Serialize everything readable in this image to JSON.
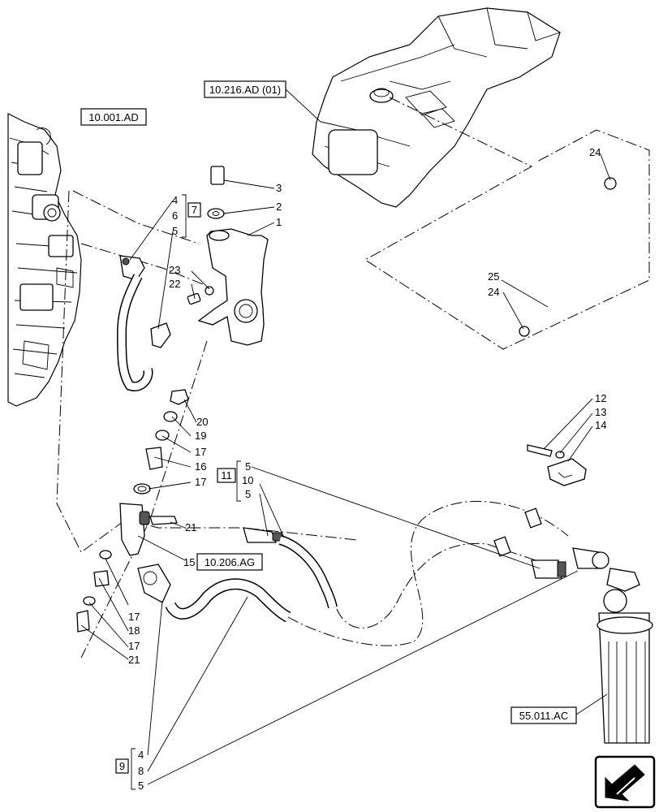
{
  "references": {
    "engine": "10.001.AD",
    "tank": "10.216.AD (01)",
    "filter_head": "10.206.AG",
    "filter_unit": "55.011.AC"
  },
  "groups": {
    "g7": "7",
    "g11": "11",
    "g9": "9"
  },
  "callouts": {
    "c1": "1",
    "c2": "2",
    "c3": "3",
    "g7_4": "4",
    "g7_6": "6",
    "g7_5": "5",
    "c23": "23",
    "c22": "22",
    "c24a": "24",
    "c25": "25",
    "c24b": "24",
    "c12": "12",
    "c13": "13",
    "c14": "14",
    "c20": "20",
    "c19": "19",
    "c17a": "17",
    "c16": "16",
    "c17b": "17",
    "g11_5a": "5",
    "g11_10": "10",
    "g11_5b": "5",
    "c21a": "21",
    "c15": "15",
    "c17c": "17",
    "c18": "18",
    "c17d": "17",
    "c21b": "21",
    "g9_4": "4",
    "g9_8": "8",
    "g9_5": "5"
  },
  "icons": {
    "nav": "arrow-nav-icon"
  }
}
